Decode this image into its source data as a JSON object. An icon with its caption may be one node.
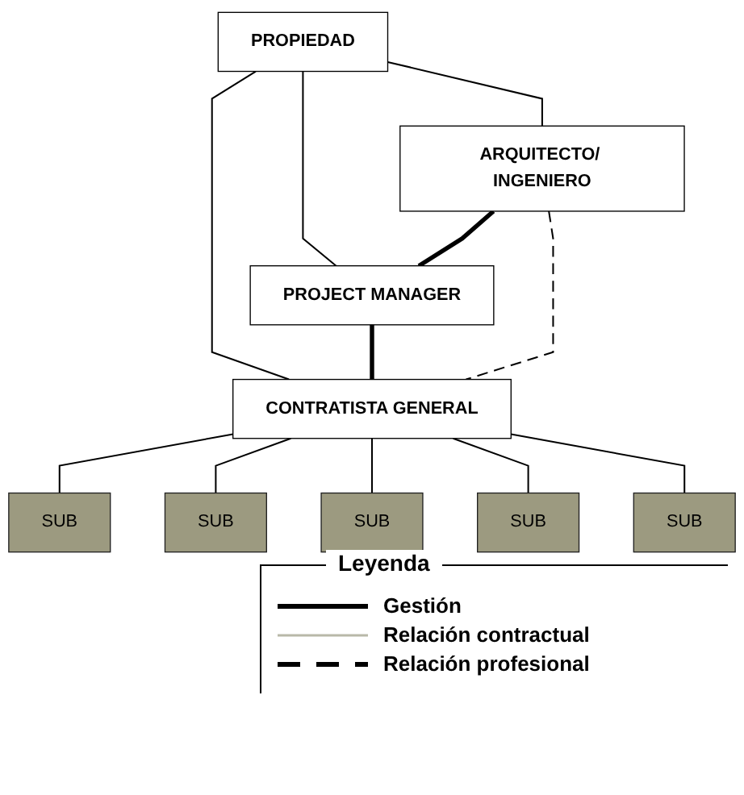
{
  "diagram": {
    "nodes": [
      {
        "text": [
          "PROPIEDAD"
        ]
      },
      {
        "text": [
          "PROJECT MANAGER"
        ]
      },
      {
        "text": [
          "ARQUITECTO/ INGENIERO"
        ]
      },
      {
        "text": [
          "CONTRATISTA GENERAL"
        ]
      },
      {
        "text": [
          "SUB"
        ]
      },
      {
        "text": [
          "SUB"
        ]
      },
      {
        "text": [
          "SUB"
        ]
      },
      {
        "text": [
          "SUB"
        ]
      },
      {
        "text": [
          "SUB"
        ]
      }
    ],
    "edges": [
      {
        "from": 0,
        "to": 2,
        "arrow": "none"
      },
      {
        "from": 0,
        "to": 1,
        "arrow": "none"
      },
      {
        "from": 0,
        "to": 3,
        "arrow": "none"
      },
      {
        "from": 2,
        "to": 1,
        "arrow": "none",
        "style": "thick"
      },
      {
        "from": 1,
        "to": 3,
        "arrow": "none",
        "style": "thick"
      },
      {
        "from": 2,
        "to": 3,
        "arrow": "none",
        "style": "dashed"
      },
      {
        "from": 3,
        "to": 4,
        "arrow": "none"
      },
      {
        "from": 3,
        "to": 5,
        "arrow": "none"
      },
      {
        "from": 3,
        "to": 6,
        "arrow": "none"
      },
      {
        "from": 3,
        "to": 7,
        "arrow": "none"
      },
      {
        "from": 3,
        "to": 8,
        "arrow": "none"
      }
    ],
    "labels": [
      "Leyenda"
    ],
    "legend": [
      {
        "text": "Gestión"
      },
      {
        "text": "Relación contractual"
      },
      {
        "text": "Relación profesional"
      }
    ]
  }
}
